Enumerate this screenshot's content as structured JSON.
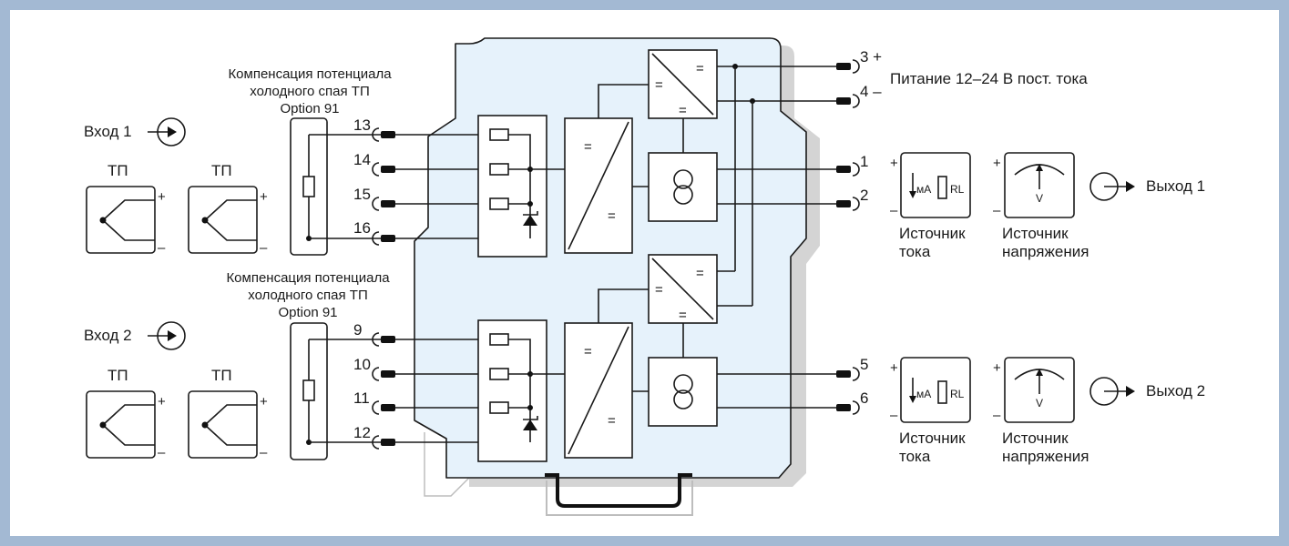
{
  "diagram": {
    "inputs": [
      {
        "label": "Вход  1",
        "tp_label": "ТП",
        "comp_title_1": "Компенсация потенциала",
        "comp_title_2": "холодного спая ТП",
        "comp_title_3": "Option 91"
      },
      {
        "label": "Вход  2",
        "tp_label": "ТП",
        "comp_title_1": "Компенсация потенциала",
        "comp_title_2": "холодного спая ТП",
        "comp_title_3": "Option 91"
      }
    ],
    "terminals": {
      "in1": [
        "13",
        "14",
        "15",
        "16"
      ],
      "in2": [
        "9",
        "10",
        "11",
        "12"
      ],
      "power": [
        "3 +",
        "4 –"
      ],
      "out1": [
        "1",
        "2"
      ],
      "out2": [
        "5",
        "6"
      ]
    },
    "power_label": "Питание 12–24 В пост. тока",
    "outputs": [
      {
        "label": "Выход 1",
        "current_source_1": "Источник",
        "current_source_2": "тока",
        "voltage_source_1": "Источник",
        "voltage_source_2": "напряжения"
      },
      {
        "label": "Выход  2",
        "current_source_1": "Источник",
        "current_source_2": "тока",
        "voltage_source_1": "Источник",
        "voltage_source_2": "напряжения"
      }
    ],
    "symbols": {
      "eq": "=",
      "plus": "+",
      "minus": "–",
      "ma": "мА",
      "rl": "RL",
      "v": "V"
    },
    "colors": {
      "frame": "#a3b9d3",
      "housing_fill": "#e6f2fb",
      "housing_shadow": "#d4d4d4"
    }
  }
}
